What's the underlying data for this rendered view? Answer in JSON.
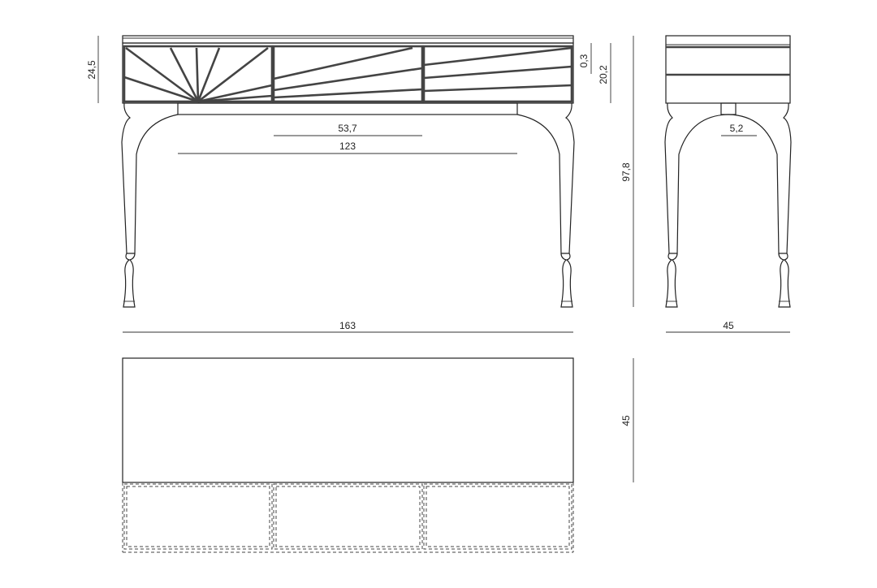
{
  "dimensions": {
    "drawer_height": "24,5",
    "top_thickness": "0,3",
    "drawer_front": "20,2",
    "total_height": "97,8",
    "drawer_width": "53,7",
    "stretcher_width": "123",
    "total_width": "163",
    "side_depth": "45",
    "side_stretcher": "5,2",
    "plan_depth": "45"
  }
}
